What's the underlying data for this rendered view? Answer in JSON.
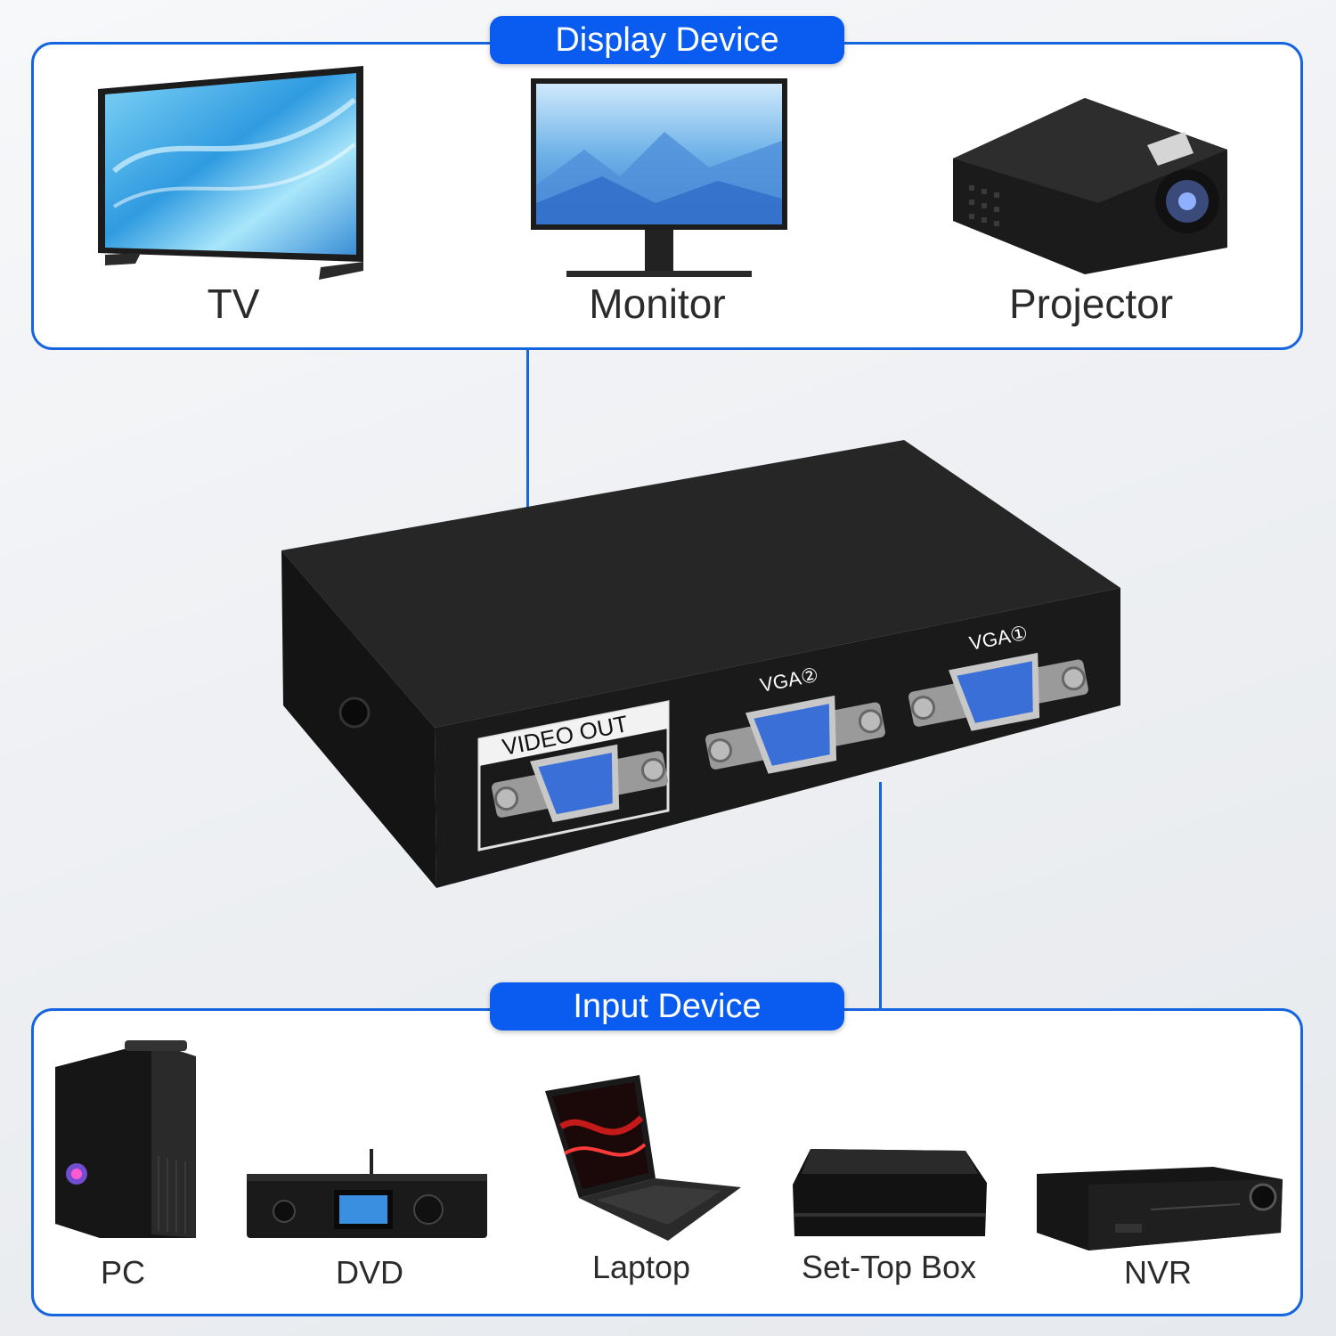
{
  "display_section": {
    "title": "Display Device",
    "devices": [
      "TV",
      "Monitor",
      "Projector"
    ]
  },
  "input_section": {
    "title": "Input Device",
    "devices": [
      "PC",
      "DVD",
      "Laptop",
      "Set-Top Box",
      "NVR"
    ]
  },
  "switch_box": {
    "ports": [
      "VIDEO  OUT",
      "VGA②",
      "VGA①"
    ]
  },
  "colors": {
    "accent": "#0a5cf0",
    "panel_border": "#1565e0",
    "vga_port": "#3a6fd8"
  }
}
